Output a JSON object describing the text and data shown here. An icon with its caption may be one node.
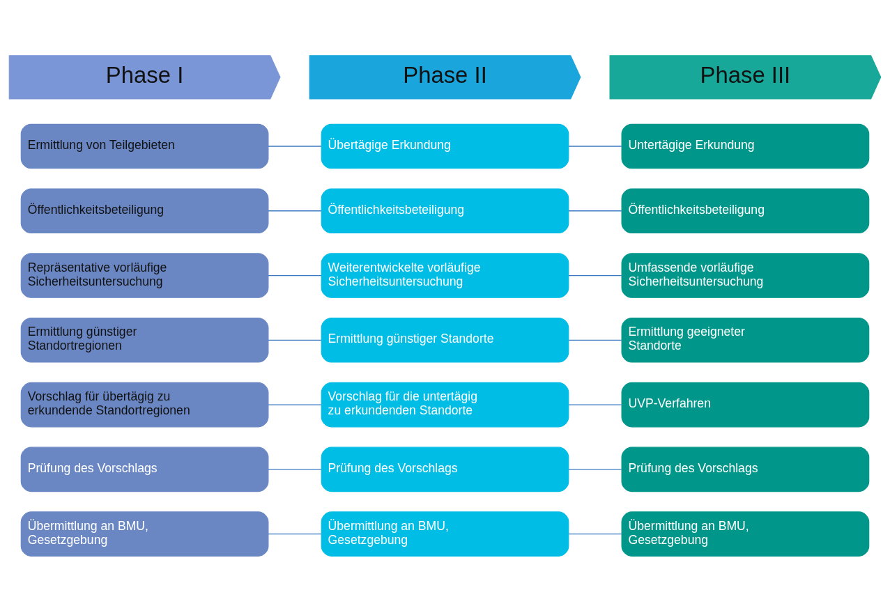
{
  "diagram": {
    "nodes": [
      {
        "text": [
          "Phase I"
        ]
      },
      {
        "text": [
          "Phase II"
        ]
      },
      {
        "text": [
          "Phase III"
        ]
      },
      {
        "text": [
          "Ermittlung von Teilgebieten"
        ]
      },
      {
        "text": [
          "Übertägige Erkundung"
        ]
      },
      {
        "text": [
          "Untertägige Erkundung"
        ]
      },
      {
        "text": [
          "Öffentlichkeitsbeteiligung"
        ]
      },
      {
        "text": [
          "Öffentlichkeitsbeteiligung"
        ]
      },
      {
        "text": [
          "Öffentlichkeitsbeteiligung"
        ]
      },
      {
        "text": [
          "Repräsentative vorläufige Sicherheitsuntersuchung"
        ]
      },
      {
        "text": [
          "Weiterentwickelte vorläufige Sicherheitsuntersuchung"
        ]
      },
      {
        "text": [
          "Umfassende vorläufige Sicherheitsuntersuchung"
        ]
      },
      {
        "text": [
          "Ermittlung günstiger Standortregionen"
        ]
      },
      {
        "text": [
          "Ermittlung günstiger Standorte"
        ]
      },
      {
        "text": [
          "Ermittlung geeigneter Standorte"
        ]
      },
      {
        "text": [
          "Vorschlag für übertägig zu erkundende Standortregionen"
        ]
      },
      {
        "text": [
          "Vorschlag für die untertägig zu erkundenden Standorte"
        ]
      },
      {
        "text": [
          "UVP-Verfahren"
        ]
      },
      {
        "text": [
          "Prüfung des Vorschlags"
        ]
      },
      {
        "text": [
          "Prüfung des Vorschlags"
        ]
      },
      {
        "text": [
          "Prüfung des Vorschlags"
        ]
      },
      {
        "text": [
          "Übermittlung an BMU, Gesetzgebung"
        ]
      },
      {
        "text": [
          "Übermittlung an BMU, Gesetzgebung"
        ]
      },
      {
        "text": [
          "Übermittlung an BMU, Gesetzgebung"
        ]
      }
    ],
    "edges": [
      {
        "from": 3,
        "to": 4,
        "arrow": "none"
      },
      {
        "from": 4,
        "to": 5,
        "arrow": "none"
      },
      {
        "from": 6,
        "to": 7,
        "arrow": "none"
      },
      {
        "from": 7,
        "to": 8,
        "arrow": "none"
      },
      {
        "from": 9,
        "to": 10,
        "arrow": "none"
      },
      {
        "from": 10,
        "to": 11,
        "arrow": "none"
      },
      {
        "from": 12,
        "to": 13,
        "arrow": "none"
      },
      {
        "from": 13,
        "to": 14,
        "arrow": "none"
      },
      {
        "from": 15,
        "to": 16,
        "arrow": "none"
      },
      {
        "from": 16,
        "to": 17,
        "arrow": "none"
      },
      {
        "from": 18,
        "to": 19,
        "arrow": "none"
      },
      {
        "from": 19,
        "to": 20,
        "arrow": "none"
      },
      {
        "from": 21,
        "to": 22,
        "arrow": "none"
      },
      {
        "from": 22,
        "to": 23,
        "arrow": "none"
      }
    ]
  }
}
